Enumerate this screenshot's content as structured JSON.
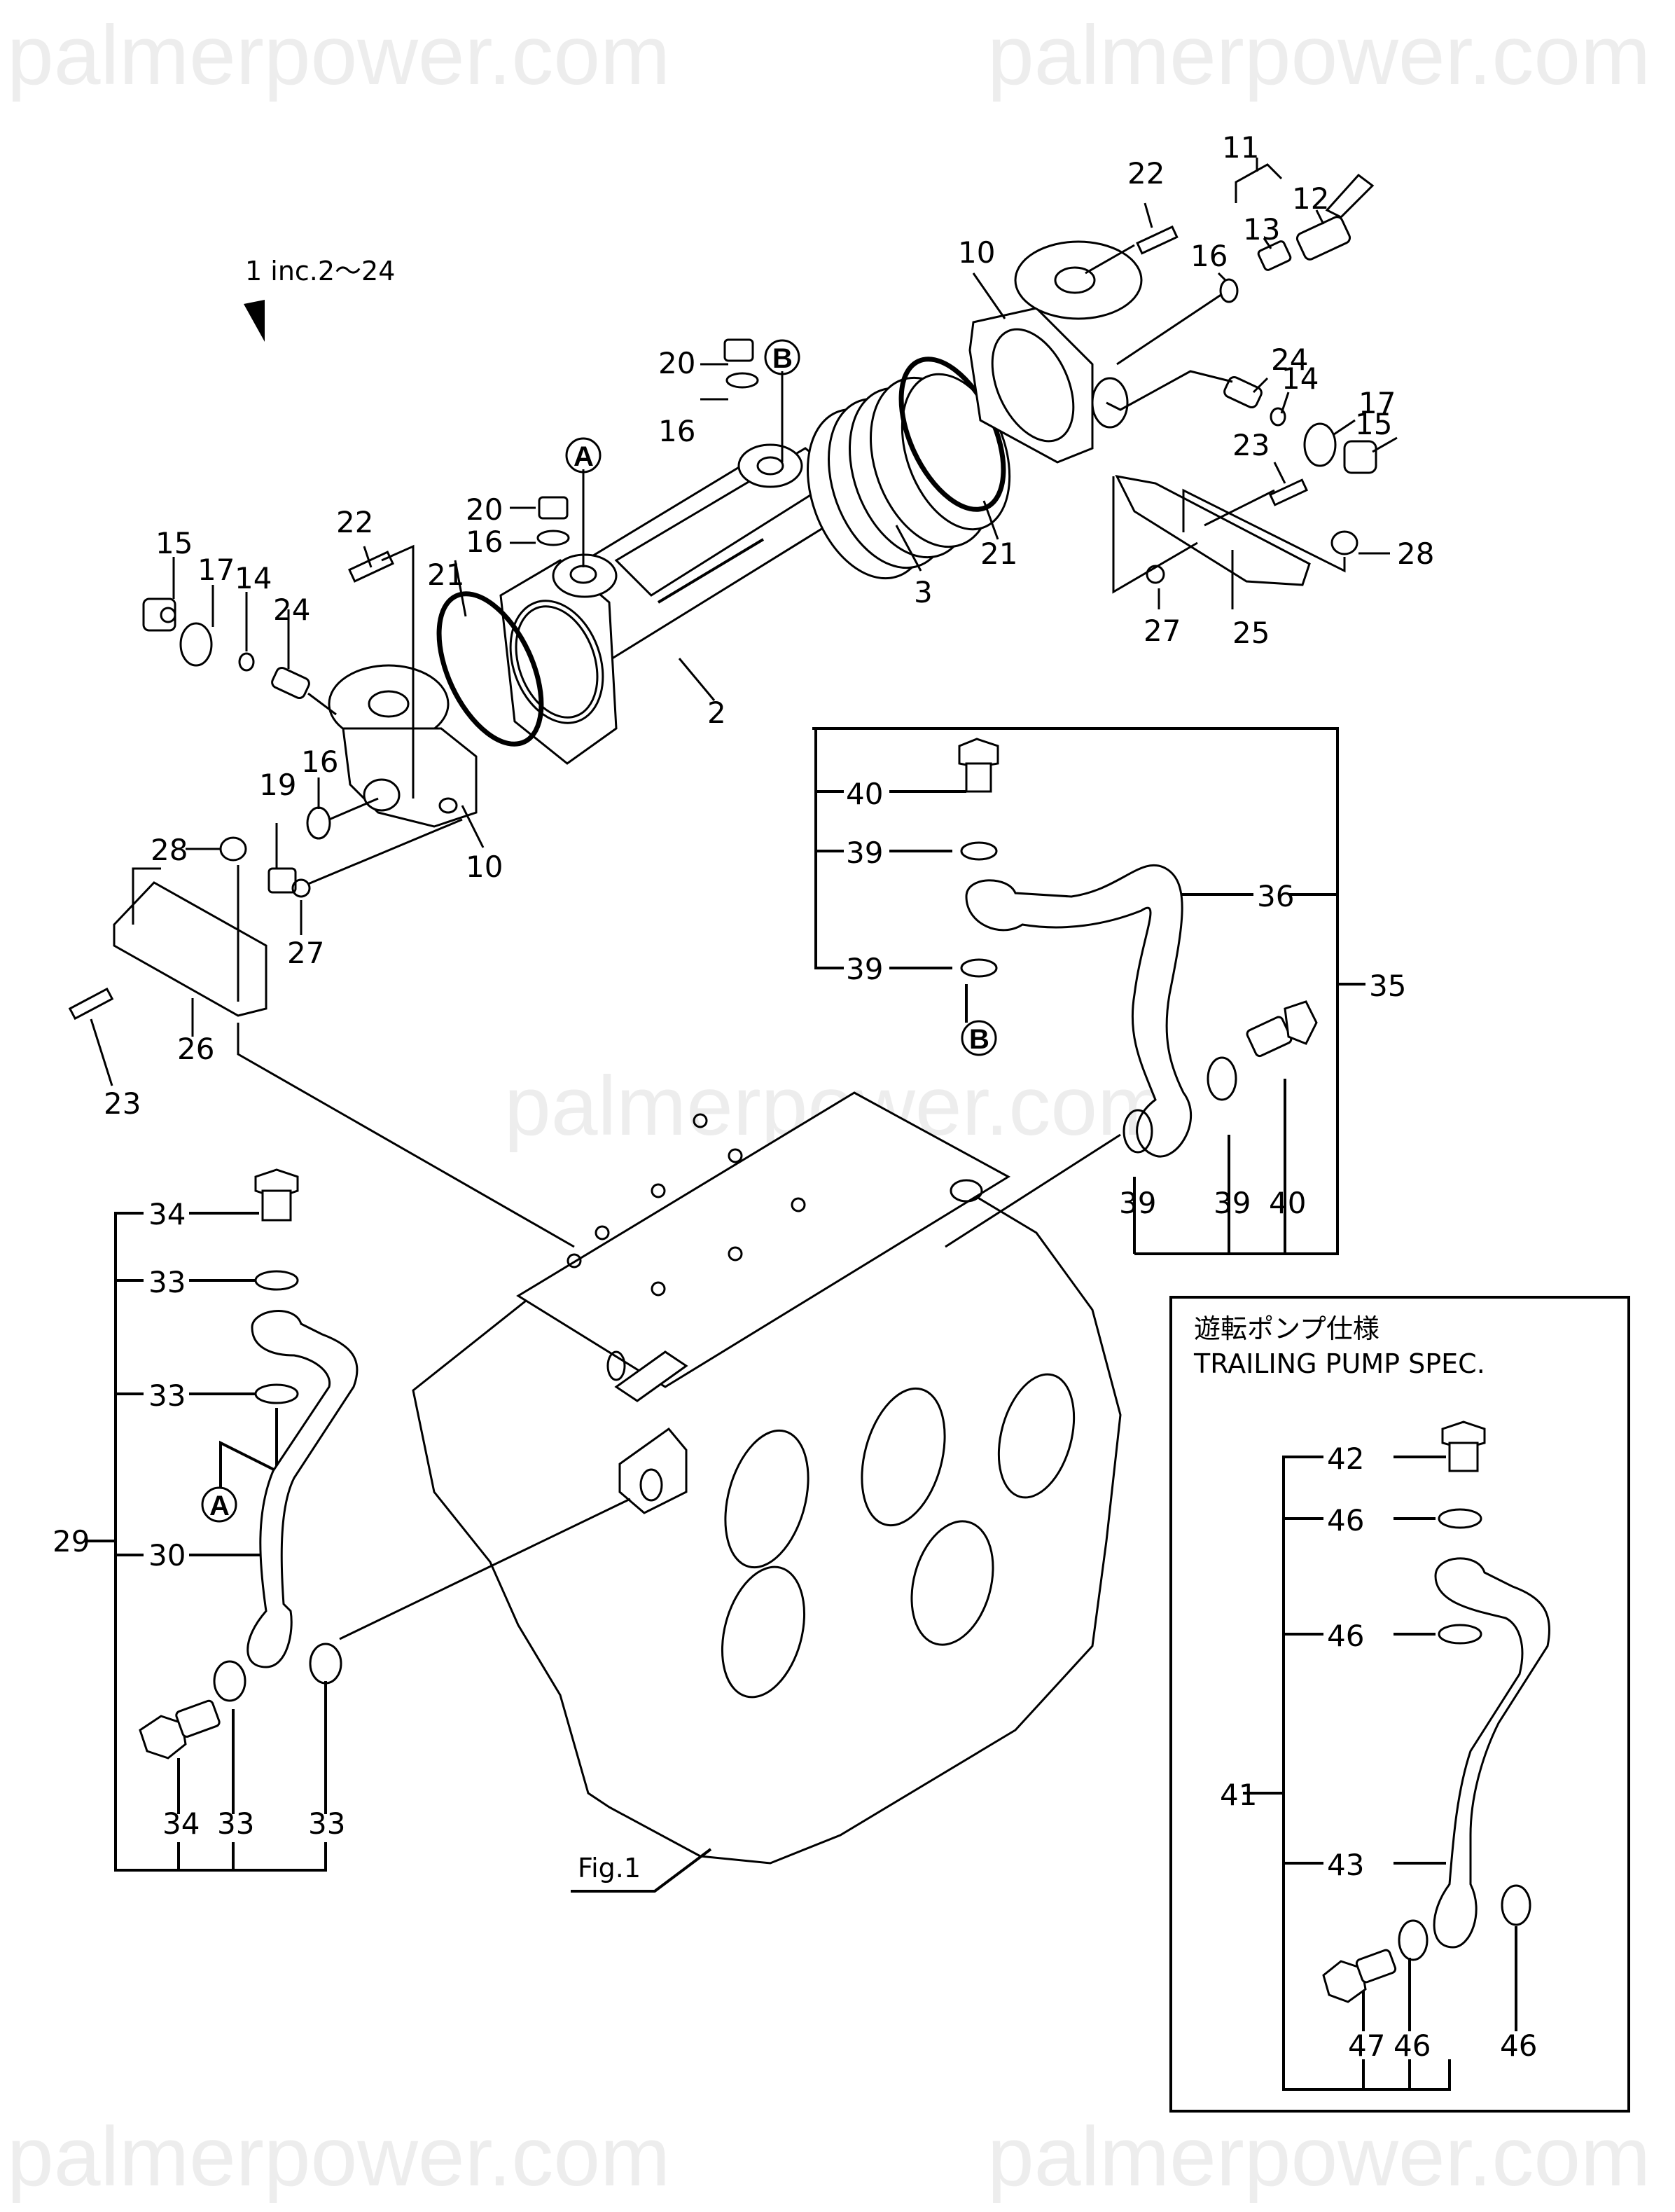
{
  "watermark": "palmerpower.com",
  "header": {
    "assembly_note": "1 inc.2～24"
  },
  "figure_label": "Fig.1",
  "trailing_pump": {
    "title_jp": "遊転ポンプ仕様",
    "title_en": "TRAILING PUMP SPEC."
  },
  "reference_markers": {
    "a": "A",
    "b": "B"
  },
  "callouts": {
    "c2": "2",
    "c3": "3",
    "c10a": "10",
    "c10b": "10",
    "c11": "11",
    "c12": "12",
    "c13": "13",
    "c14a": "14",
    "c14b": "14",
    "c15a": "15",
    "c15b": "15",
    "c16a": "16",
    "c16b": "16",
    "c16c": "16",
    "c16d": "16",
    "c17a": "17",
    "c17b": "17",
    "c19": "19",
    "c20a": "20",
    "c20b": "20",
    "c21a": "21",
    "c21b": "21",
    "c22a": "22",
    "c22b": "22",
    "c23a": "23",
    "c23b": "23",
    "c24a": "24",
    "c24b": "24",
    "c25": "25",
    "c26": "26",
    "c27a": "27",
    "c27b": "27",
    "c28a": "28",
    "c28b": "28",
    "c29": "29",
    "c30": "30",
    "c33a": "33",
    "c33b": "33",
    "c33c": "33",
    "c33d": "33",
    "c34a": "34",
    "c34b": "34",
    "c35": "35",
    "c36": "36",
    "c39a": "39",
    "c39b": "39",
    "c39c": "39",
    "c39d": "39",
    "c40a": "40",
    "c40b": "40",
    "c41": "41",
    "c42": "42",
    "c43": "43",
    "c46a": "46",
    "c46b": "46",
    "c46c": "46",
    "c46d": "46",
    "c47": "47"
  }
}
